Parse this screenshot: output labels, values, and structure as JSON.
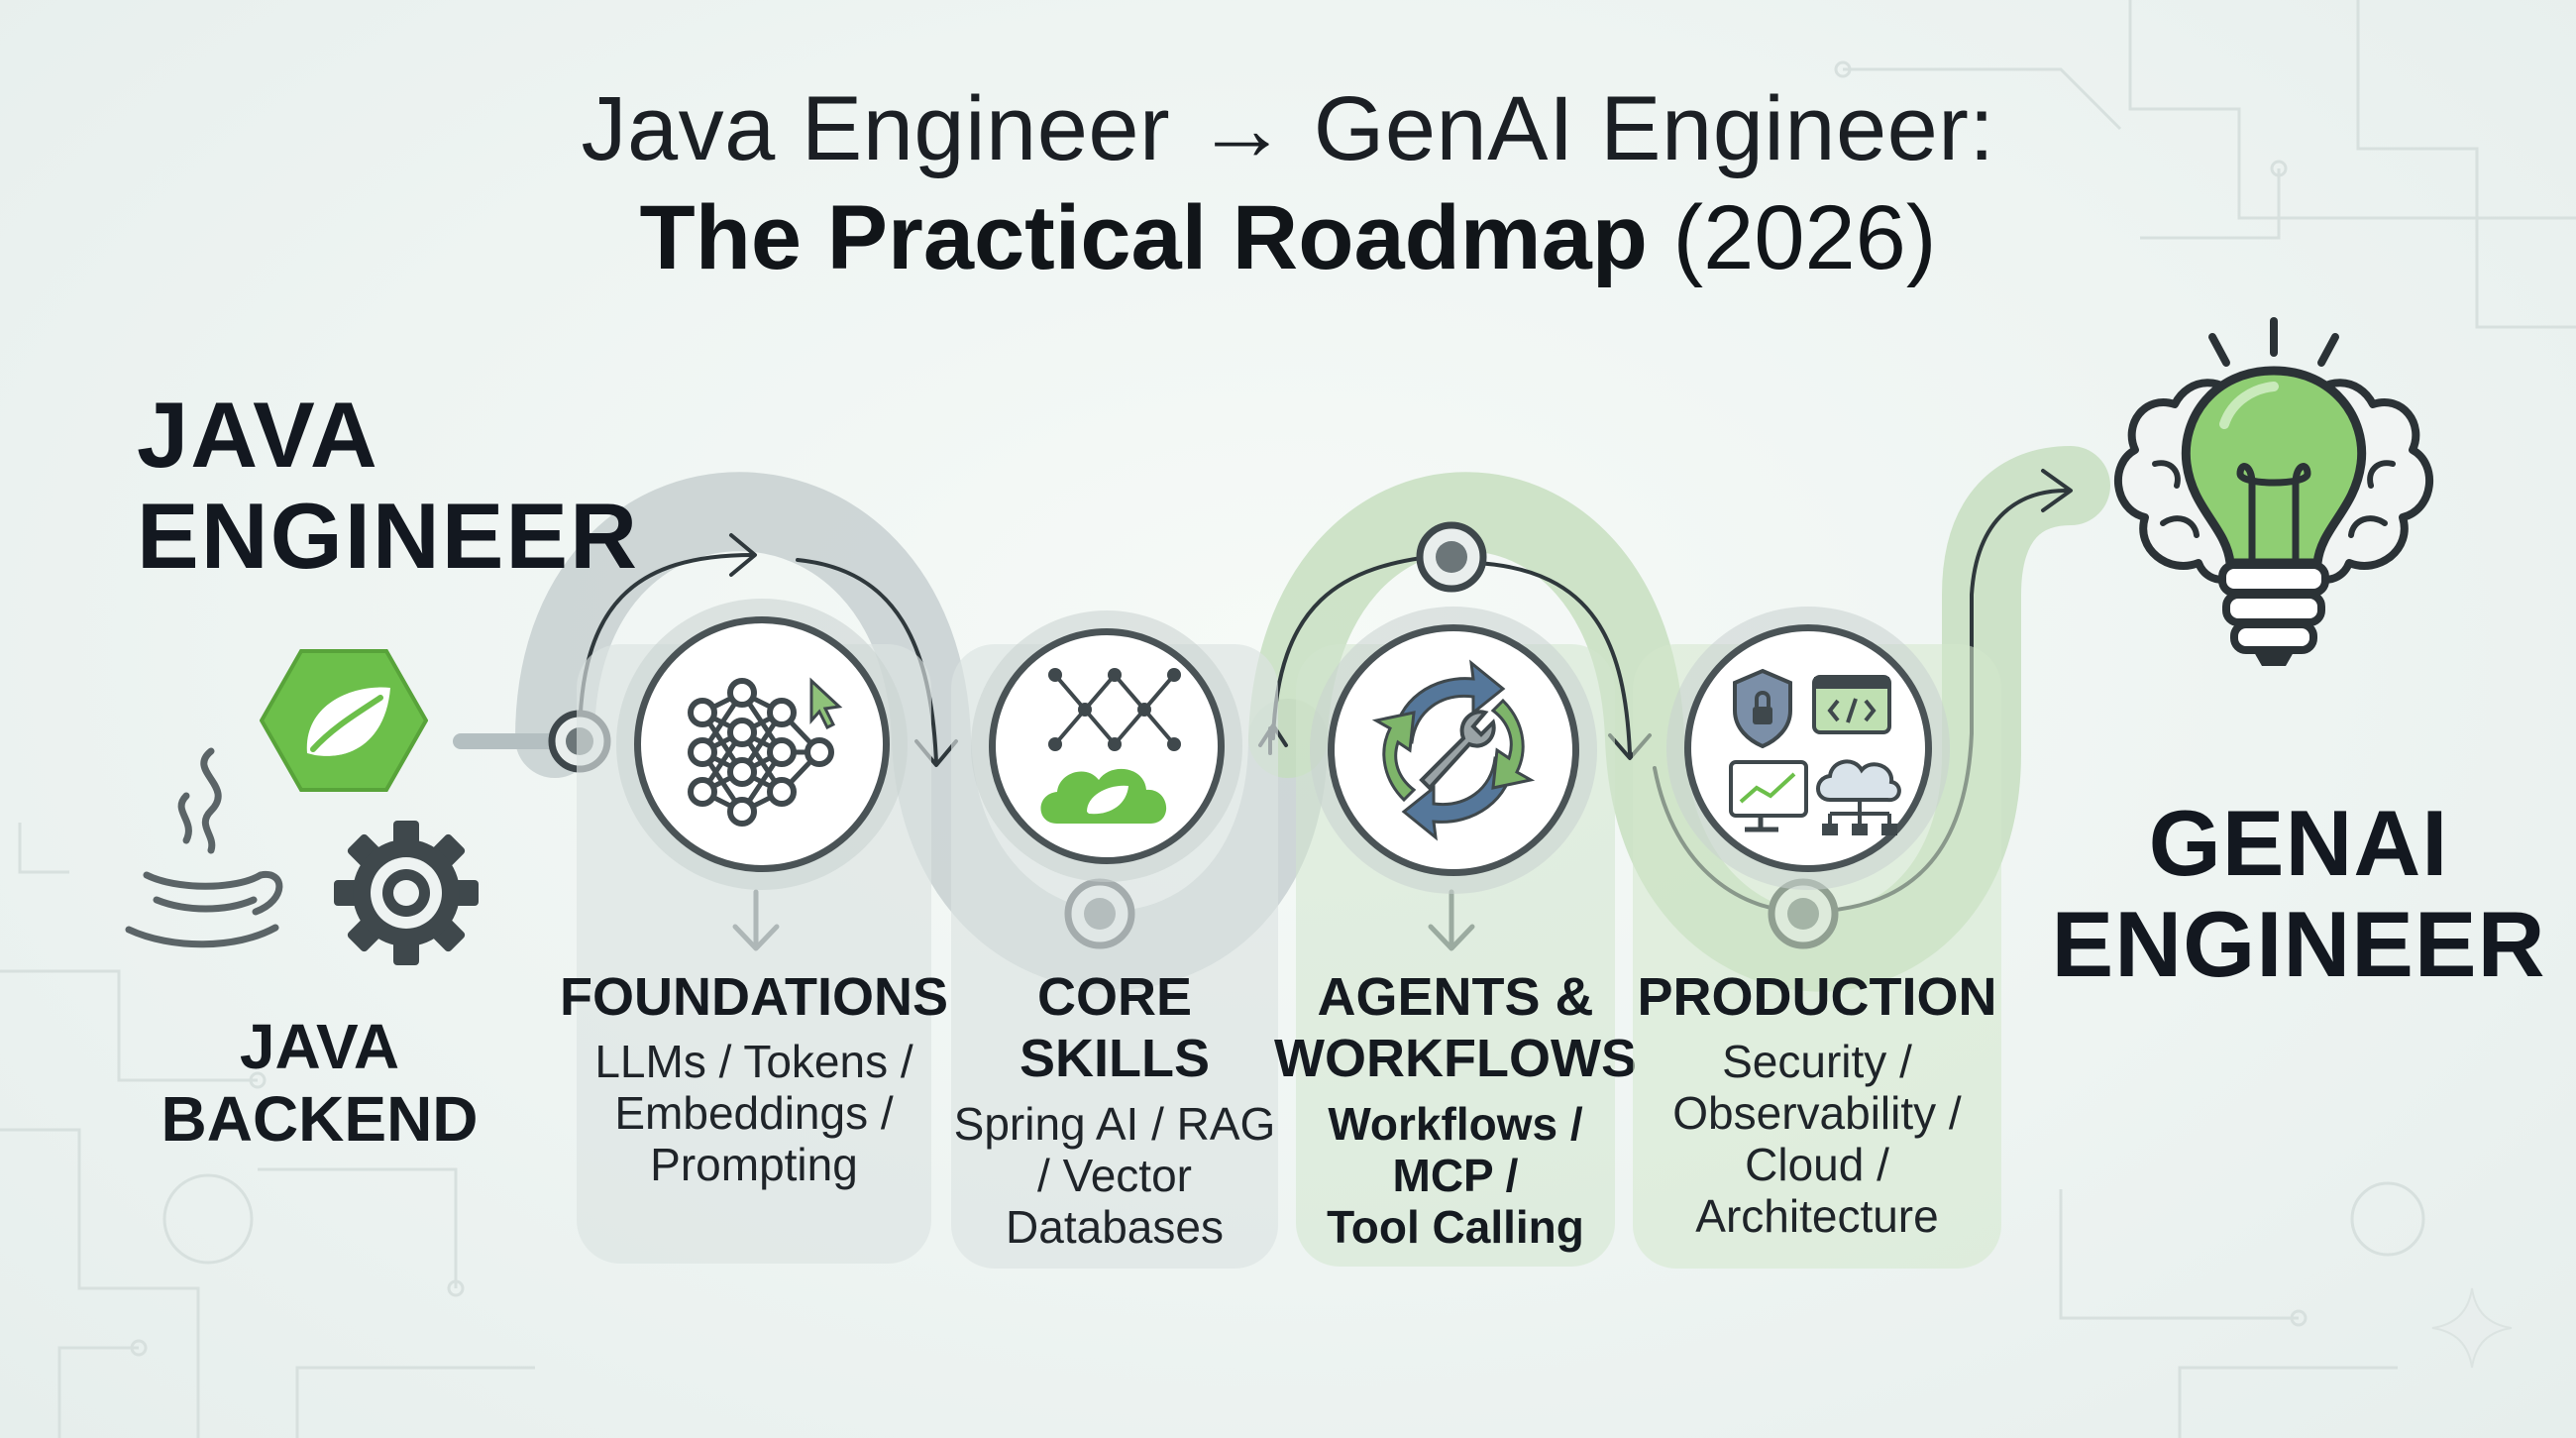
{
  "title": {
    "line1": "Java Engineer → GenAI Engineer:",
    "line2_bold": "The Practical Roadmap",
    "line2_normal": " (2026)"
  },
  "start": {
    "heading_line1": "JAVA",
    "heading_line2": "ENGINEER",
    "label_line1": "JAVA",
    "label_line2": "BACKEND"
  },
  "stages": [
    {
      "title_lines": [
        "FOUNDATIONS"
      ],
      "desc_lines": [
        "LLMs / Tokens /",
        "Embeddings /",
        "Prompting"
      ],
      "icon": "neural-network-icon"
    },
    {
      "title_lines": [
        "CORE",
        "SKILLS"
      ],
      "desc_lines": [
        "Spring AI / RAG",
        "/ Vector",
        "Databases"
      ],
      "icon": "spring-cloud-network-icon"
    },
    {
      "title_lines": [
        "AGENTS &",
        "WORKFLOWS"
      ],
      "desc_lines": [
        "Workflows /",
        "MCP /",
        "Tool Calling"
      ],
      "icon": "wrench-cycle-icon"
    },
    {
      "title_lines": [
        "PRODUCTION"
      ],
      "desc_lines": [
        "Security /",
        "Observability /",
        "Cloud /",
        "Architecture"
      ],
      "icon": "production-tools-icon"
    }
  ],
  "end": {
    "heading_line1": "GENAI",
    "heading_line2": "ENGINEER",
    "icon": "brain-lightbulb-icon"
  },
  "colors": {
    "accent_green": "#6cbf4a",
    "icon_dark": "#3f484c",
    "path_gray": "#b7c1c2",
    "path_green": "#b9d8b0"
  }
}
